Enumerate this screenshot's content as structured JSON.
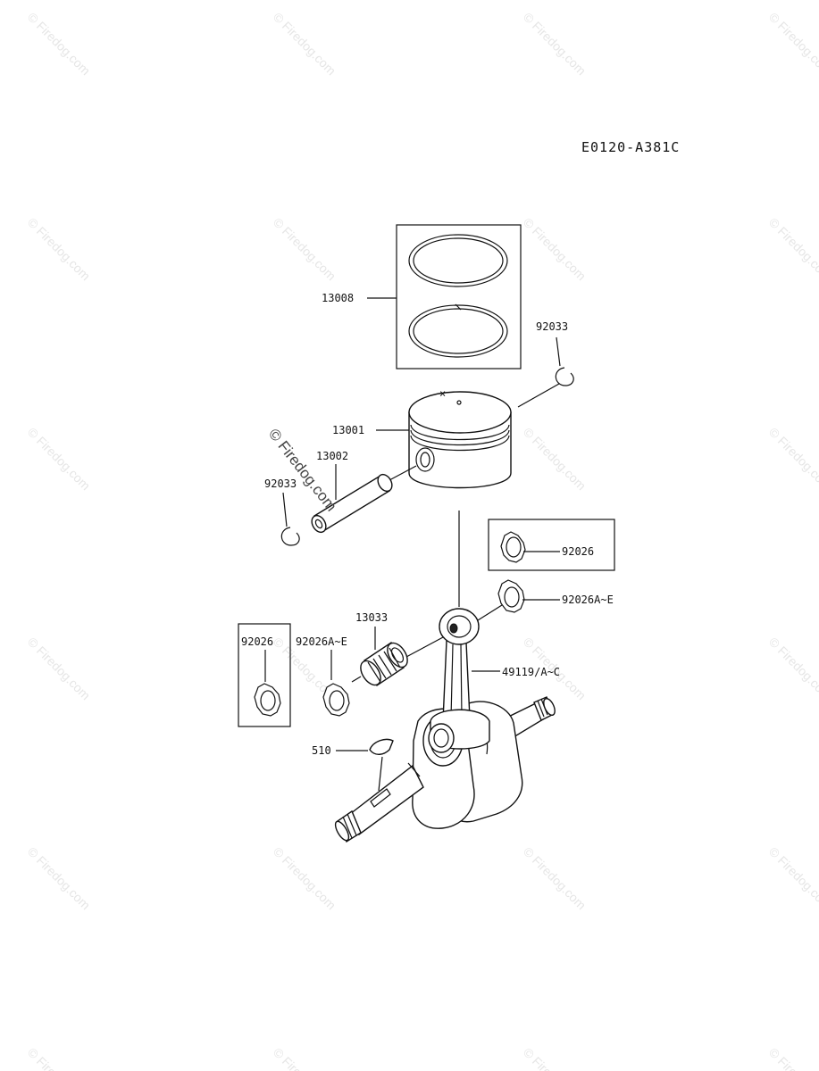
{
  "diagram": {
    "code": "E0120-A381C",
    "watermark": "© Firedog.com",
    "parts": {
      "rings": "13008",
      "clip_right": "92033",
      "piston": "13001",
      "pin": "13002",
      "clip_left": "92033",
      "washer_box_right": "92026",
      "washer_right": "92026A~E",
      "bearing": "13033",
      "washer_left": "92026A~E",
      "washer_box_left": "92026",
      "conrod": "49119/A~C",
      "key": "510"
    }
  }
}
